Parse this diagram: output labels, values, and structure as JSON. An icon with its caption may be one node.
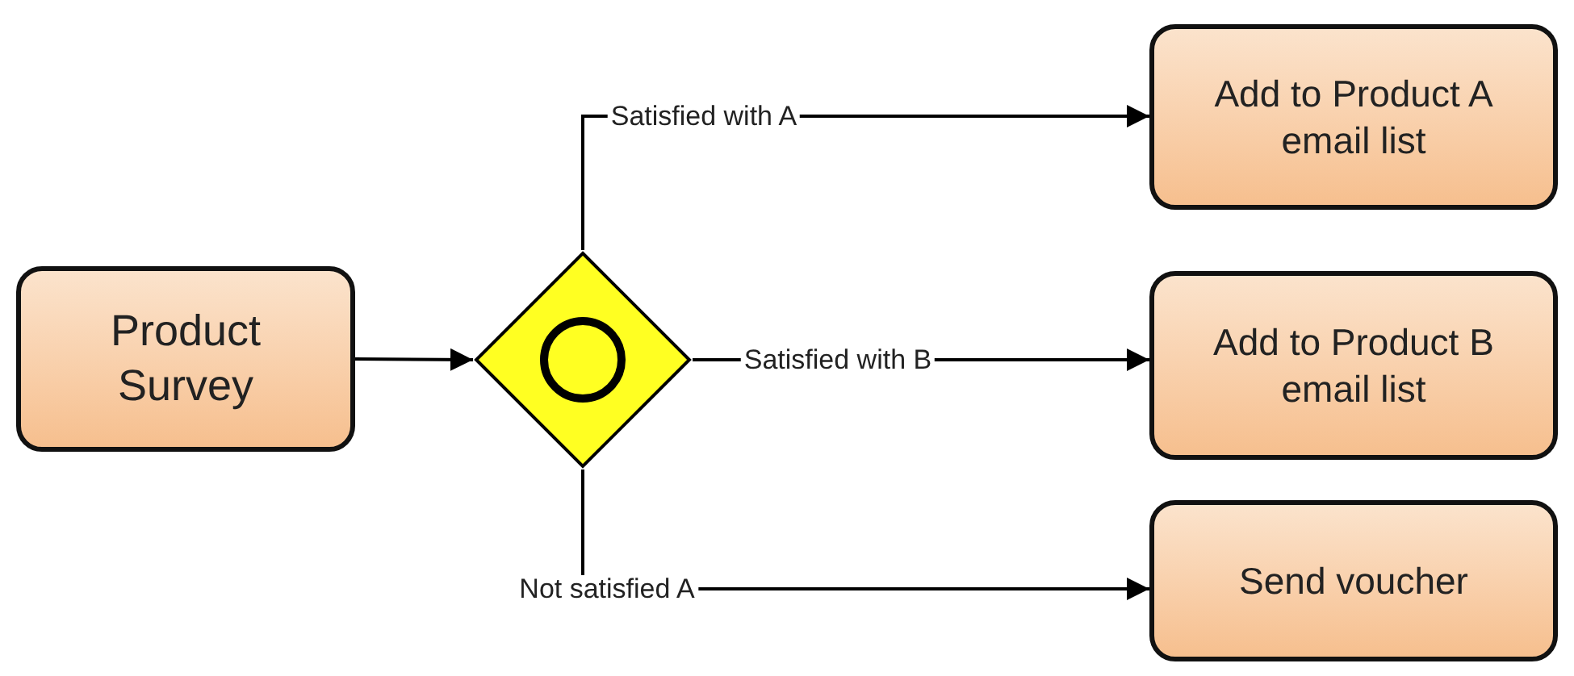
{
  "diagram": {
    "nodes": [
      {
        "text": [
          "Product Survey"
        ]
      },
      {
        "text": [],
        "shape": "diamond"
      },
      {
        "text": [
          "Add to Product A email list"
        ]
      },
      {
        "text": [
          "Add to Product B email list"
        ]
      },
      {
        "text": [
          "Send voucher"
        ]
      }
    ],
    "edges": [
      {
        "from": 0,
        "to": 1,
        "arrow": "to"
      },
      {
        "from": 1,
        "to": 2,
        "arrow": "to",
        "label": "Satisfied with A"
      },
      {
        "from": 1,
        "to": 3,
        "arrow": "to",
        "label": "Satisfied with B"
      },
      {
        "from": 1,
        "to": 4,
        "arrow": "to",
        "label": "Not satisfied A"
      }
    ]
  }
}
